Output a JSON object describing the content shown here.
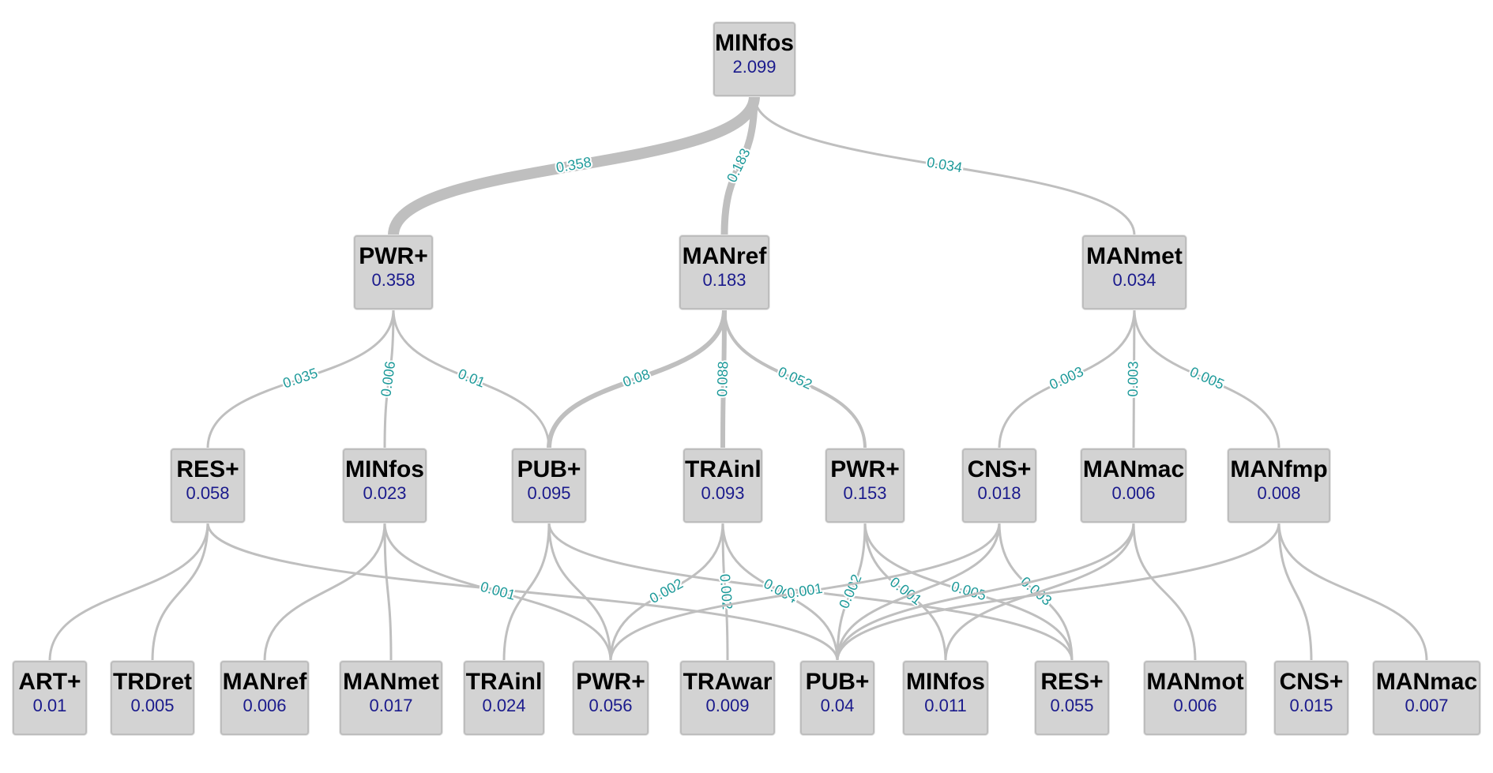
{
  "colors": {
    "node_fill": "#d3d3d3",
    "node_border": "#bdbdbd",
    "edge": "#bfbfbf",
    "edge_label": "#1e9a9a",
    "node_value": "#1a1a8c"
  },
  "nodes": [
    {
      "id": "n0",
      "name": "MINfos",
      "value": "2.099"
    },
    {
      "id": "n1",
      "name": "PWR+",
      "value": "0.358"
    },
    {
      "id": "n2",
      "name": "MANref",
      "value": "0.183"
    },
    {
      "id": "n3",
      "name": "MANmet",
      "value": "0.034"
    },
    {
      "id": "n4",
      "name": "RES+",
      "value": "0.058"
    },
    {
      "id": "n5",
      "name": "MINfos",
      "value": "0.023"
    },
    {
      "id": "n6",
      "name": "PUB+",
      "value": "0.095"
    },
    {
      "id": "n7",
      "name": "TRAinl",
      "value": "0.093"
    },
    {
      "id": "n8",
      "name": "PWR+",
      "value": "0.153"
    },
    {
      "id": "n9",
      "name": "CNS+",
      "value": "0.018"
    },
    {
      "id": "n10",
      "name": "MANmac",
      "value": "0.006"
    },
    {
      "id": "n11",
      "name": "MANfmp",
      "value": "0.008"
    },
    {
      "id": "n12",
      "name": "ART+",
      "value": "0.01"
    },
    {
      "id": "n13",
      "name": "TRDret",
      "value": "0.005"
    },
    {
      "id": "n14",
      "name": "MANref",
      "value": "0.006"
    },
    {
      "id": "n15",
      "name": "MANmet",
      "value": "0.017"
    },
    {
      "id": "n16",
      "name": "TRAinl",
      "value": "0.024"
    },
    {
      "id": "n17",
      "name": "PWR+",
      "value": "0.056"
    },
    {
      "id": "n18",
      "name": "TRAwar",
      "value": "0.009"
    },
    {
      "id": "n19",
      "name": "PUB+",
      "value": "0.04"
    },
    {
      "id": "n20",
      "name": "MINfos",
      "value": "0.011"
    },
    {
      "id": "n21",
      "name": "RES+",
      "value": "0.055"
    },
    {
      "id": "n22",
      "name": "MANmot",
      "value": "0.006"
    },
    {
      "id": "n23",
      "name": "CNS+",
      "value": "0.015"
    },
    {
      "id": "n24",
      "name": "MANmac",
      "value": "0.007"
    }
  ],
  "edges": [
    {
      "from": "n0",
      "to": "n1",
      "label": "0.358"
    },
    {
      "from": "n0",
      "to": "n2",
      "label": "0.183"
    },
    {
      "from": "n0",
      "to": "n3",
      "label": "0.034"
    },
    {
      "from": "n1",
      "to": "n4",
      "label": "0.035"
    },
    {
      "from": "n1",
      "to": "n5",
      "label": "0.006"
    },
    {
      "from": "n1",
      "to": "n6",
      "label": "0.01"
    },
    {
      "from": "n2",
      "to": "n6",
      "label": "0.08"
    },
    {
      "from": "n2",
      "to": "n7",
      "label": "0.088"
    },
    {
      "from": "n2",
      "to": "n8",
      "label": "0.052"
    },
    {
      "from": "n3",
      "to": "n9",
      "label": "0.003"
    },
    {
      "from": "n3",
      "to": "n10",
      "label": "0.003"
    },
    {
      "from": "n3",
      "to": "n11",
      "label": "0.005"
    },
    {
      "from": "n4",
      "to": "n12",
      "label": ""
    },
    {
      "from": "n4",
      "to": "n13",
      "label": ""
    },
    {
      "from": "n4",
      "to": "n19",
      "label": ""
    },
    {
      "from": "n5",
      "to": "n14",
      "label": ""
    },
    {
      "from": "n5",
      "to": "n15",
      "label": ""
    },
    {
      "from": "n5",
      "to": "n17",
      "label": "0.001"
    },
    {
      "from": "n6",
      "to": "n16",
      "label": ""
    },
    {
      "from": "n6",
      "to": "n17",
      "label": ""
    },
    {
      "from": "n6",
      "to": "n21",
      "label": ""
    },
    {
      "from": "n7",
      "to": "n17",
      "label": "0.002"
    },
    {
      "from": "n7",
      "to": "n18",
      "label": "0.002"
    },
    {
      "from": "n7",
      "to": "n19",
      "label": "0.004"
    },
    {
      "from": "n8",
      "to": "n19",
      "label": "0.002"
    },
    {
      "from": "n8",
      "to": "n20",
      "label": "0.001"
    },
    {
      "from": "n8",
      "to": "n21",
      "label": "0.005"
    },
    {
      "from": "n9",
      "to": "n17",
      "label": "0.001"
    },
    {
      "from": "n9",
      "to": "n19",
      "label": ""
    },
    {
      "from": "n9",
      "to": "n21",
      "label": "0.003"
    },
    {
      "from": "n10",
      "to": "n19",
      "label": ""
    },
    {
      "from": "n10",
      "to": "n20",
      "label": ""
    },
    {
      "from": "n10",
      "to": "n22",
      "label": ""
    },
    {
      "from": "n11",
      "to": "n19",
      "label": ""
    },
    {
      "from": "n11",
      "to": "n23",
      "label": ""
    },
    {
      "from": "n11",
      "to": "n24",
      "label": ""
    }
  ]
}
